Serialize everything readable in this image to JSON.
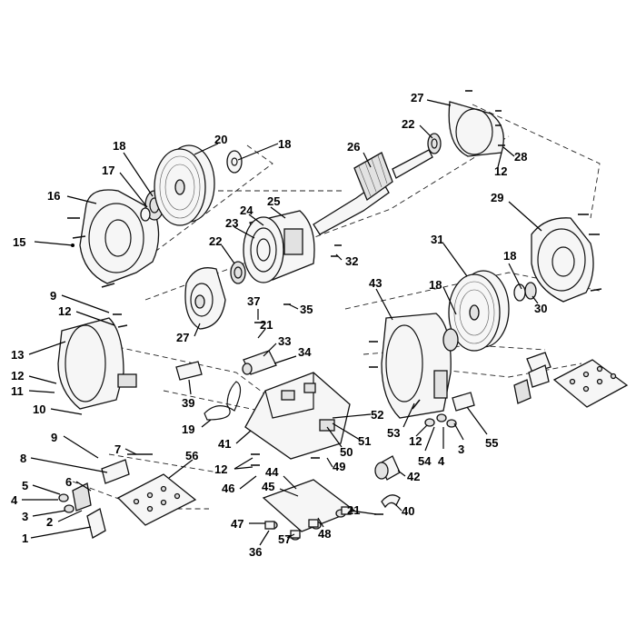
{
  "labels": [
    "1",
    "2",
    "3",
    "4",
    "5",
    "6",
    "7",
    "8",
    "9",
    "10",
    "11",
    "12",
    "13",
    "15",
    "16",
    "17",
    "18",
    "19",
    "20",
    "21",
    "22",
    "23",
    "24",
    "25",
    "26",
    "27",
    "28",
    "29",
    "30",
    "31",
    "32",
    "33",
    "34",
    "35",
    "36",
    "37",
    "39",
    "40",
    "41",
    "42",
    "43",
    "44",
    "45",
    "46",
    "47",
    "48",
    "49",
    "50",
    "51",
    "52",
    "53",
    "54",
    "55",
    "56",
    "57"
  ]
}
